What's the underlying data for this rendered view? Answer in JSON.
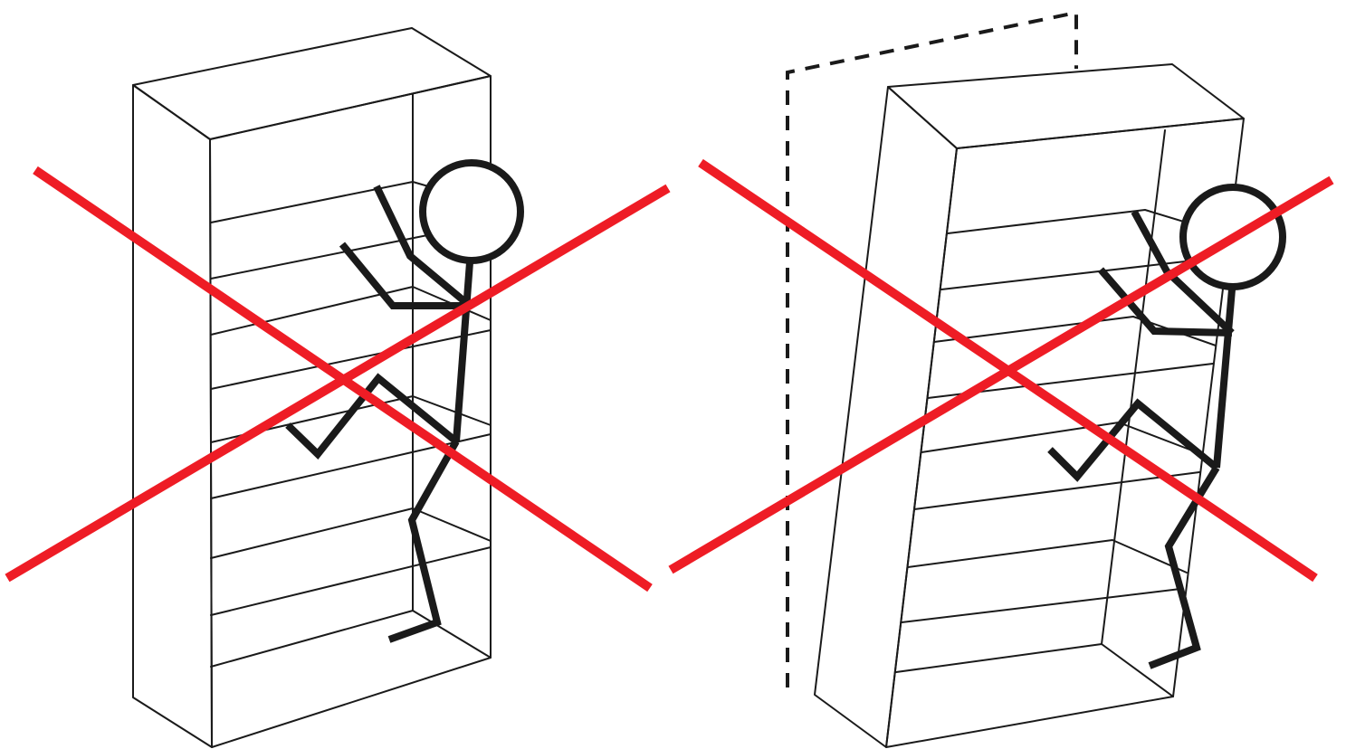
{
  "colors": {
    "cross": "#ee1c25",
    "line": "#1a1a1a",
    "background": "#ffffff"
  },
  "panels": [
    {
      "id": "left",
      "subject": "bookshelf-standing-upright",
      "overlay": "prohibited-cross-icon",
      "shows_tilt_guide": false
    },
    {
      "id": "right",
      "subject": "bookshelf-tipping-forward",
      "overlay": "prohibited-cross-icon",
      "shows_tilt_guide": true
    }
  ]
}
